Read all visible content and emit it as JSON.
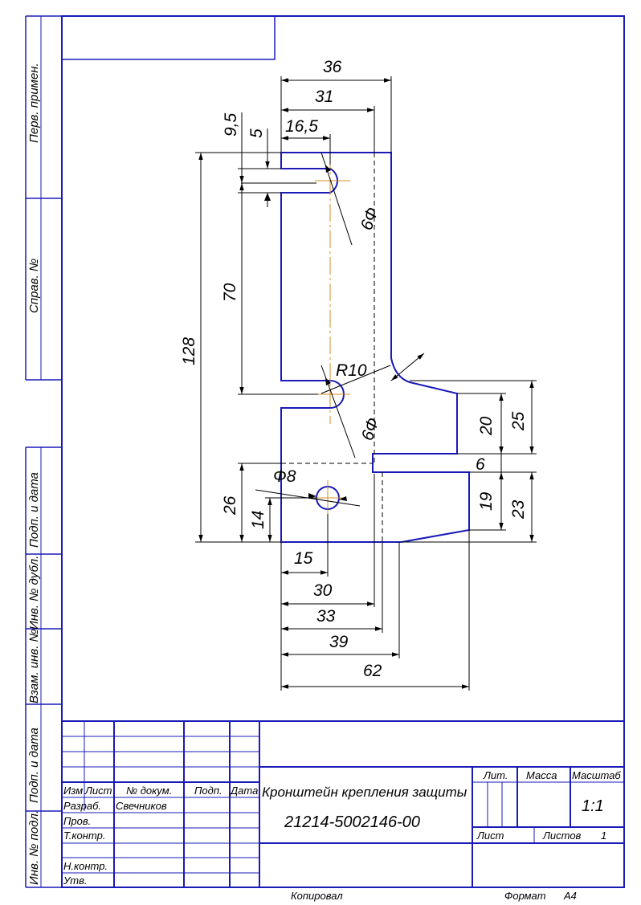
{
  "dims": {
    "d36": "36",
    "d31": "31",
    "d16_5": "16,5",
    "d9_5": "9,5",
    "d5": "5",
    "d70": "70",
    "d128": "128",
    "dR10": "R10",
    "d6f_top": "6Ф",
    "d6f_mid": "6Ф",
    "dF8": "Ф8",
    "d26": "26",
    "d14": "14",
    "d15": "15",
    "d30": "30",
    "d33": "33",
    "d39": "39",
    "d62": "62",
    "d20": "20",
    "d25": "25",
    "d6": "6",
    "d19": "19",
    "d23": "23"
  },
  "side_labels": {
    "perv": "Перв. примен.",
    "sprav": "Справ. №",
    "podp1": "Подп. и дата",
    "inv_dubl": "Инв. № дубл.",
    "vzam": "Взам. инв. №",
    "podp2": "Подп. и дата",
    "inv_podl": "Инв. № подл."
  },
  "title_block": {
    "col_izm": "Изм",
    "col_list": "Лист",
    "col_dokum": "№ докум.",
    "col_podp": "Подп.",
    "col_data": "Дата",
    "razrab": "Разраб.",
    "razrab_name": "Свечников",
    "prov": "Пров.",
    "tkontr": "Т.контр.",
    "nkontr": "Н.контр.",
    "utv": "Утв.",
    "title": "Кронштейн крепления защиты",
    "code": "21214-5002146-00",
    "lit": "Лит.",
    "massa": "Масса",
    "masshtab": "Масштаб",
    "scale": "1:1",
    "sheet": "Лист",
    "sheets": "Листов",
    "sheets_count": "1"
  },
  "footer": {
    "kopiroval": "Копировал",
    "format": "Формат",
    "format_value": "А4"
  }
}
